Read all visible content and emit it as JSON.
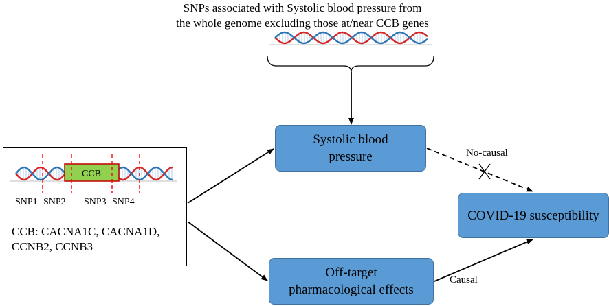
{
  "header": {
    "line1": "SNPs associated with Systolic blood pressure from",
    "line2": "the whole genome excluding those at/near CCB genes"
  },
  "nodes": {
    "sbp": {
      "line1": "Systolic blood",
      "line2": "pressure"
    },
    "covid": {
      "label": "COVID-19 susceptibility"
    },
    "offtarget": {
      "line1": "Off-target",
      "line2": "pharmacological effects"
    }
  },
  "gene_panel": {
    "box_label": "CCB",
    "snps": [
      "SNP1",
      "SNP2",
      "SNP3",
      "SNP4"
    ],
    "genes_line1": "CCB: CACNA1C, CACNA1D,",
    "genes_line2": "CCNB2, CCNB3"
  },
  "edges": {
    "no_causal": "No-causal",
    "causal": "Causal"
  },
  "colors": {
    "node_fill": "#5b9bd5",
    "node_border": "#41719c",
    "ccb_box": "#92d050",
    "ccb_box_border": "#c00000",
    "dna_red": "#d62728",
    "dna_blue": "#2e75b6",
    "snp_marker": "#ff0000"
  }
}
